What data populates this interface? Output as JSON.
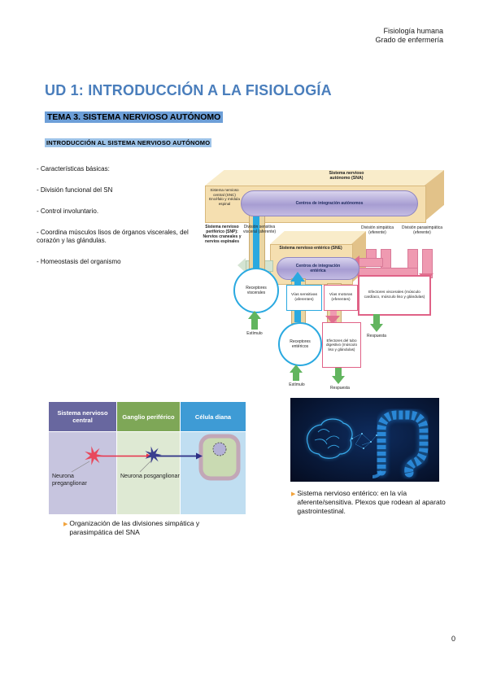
{
  "header": {
    "line1": "Fisiología humana",
    "line2": "Grado de enfermería"
  },
  "title": "UD 1: INTRODUCCIÓN A LA FISIOLOGÍA",
  "tema_heading": "TEMA 3. SISTEMA NERVIOSO AUTÓNOMO",
  "intro_heading": "INTRODUCCIÓN AL SISTEMA NERVIOSO AUTÓNOMO",
  "bullets": [
    "- Características básicas:",
    "- División funcional del SN",
    "- Control involuntario.",
    "- Coordina músculos lisos de órganos viscerales, del corazón y las glándulas.",
    "- Homeostasis del organismo"
  ],
  "sna_diagram": {
    "snc_label": "Sistema nervioso central (SNC) Encéfalo y médula espinal",
    "sna_label": "Sistema nervioso autónomo (SNA)",
    "snc_capsule": "Centros de integración autónomos",
    "snp_label": "Sistema nervioso periférico (SNP): Nervios craneales y nervios espinales",
    "afferent_label": "División sensitiva visceral (aferente)",
    "sne_label": "Sistema nervioso entérico (SNE)",
    "sne_capsule": "Centros de integración entérica",
    "sympathetic_label": "División simpática (eferente)",
    "parasympathetic_label": "División parasimpática (eferente)",
    "receptors_viscerales": "Receptores viscerales",
    "sensory_path_box": "Vías sensitivas (aferentes)",
    "motor_path_box": "Vías motoras (eferentes)",
    "effectors_viscerales": "Efectores viscerales (músculo cardíaco, músculo liso y glándulas)",
    "receptors_entericos": "Receptores entéricos",
    "effectors_digestivo": "Efectores del tubo digestivo (músculo liso y glándulas)",
    "stimulus1": "Estímulo",
    "stimulus2": "Estímulo",
    "response1": "Respuesta",
    "response2": "Respuesta"
  },
  "pathway_table": {
    "headers": [
      "Sistema nervioso central",
      "Ganglio periférico",
      "Célula diana"
    ],
    "pre_label": "Neurona preganglionar",
    "post_label": "Neurona posganglionar"
  },
  "caption_left": "Organización de las divisiones simpática y parasimpática del SNA",
  "caption_right": "Sistema nervioso entérico: en la vía aferente/sensitiva. Plexos que rodean al aparato gastrointestinal.",
  "page_number": "0",
  "colors": {
    "title_blue": "#4a7ebc",
    "tema_highlight": "#6d9fd8",
    "intro_highlight": "#9dc3e8",
    "bullet_marker_orange": "#f2a33c",
    "diagram_box_beige": "#f5dfb0",
    "capsule_purple": "#a79dd2",
    "afferent_blue": "#2aa9e0",
    "efferent_pink": "#e0708f",
    "stimulus_green": "#62b55f",
    "table_header_cns": "#68679f",
    "table_header_ganglio": "#7ea757",
    "table_header_celula": "#3e9bd5"
  }
}
